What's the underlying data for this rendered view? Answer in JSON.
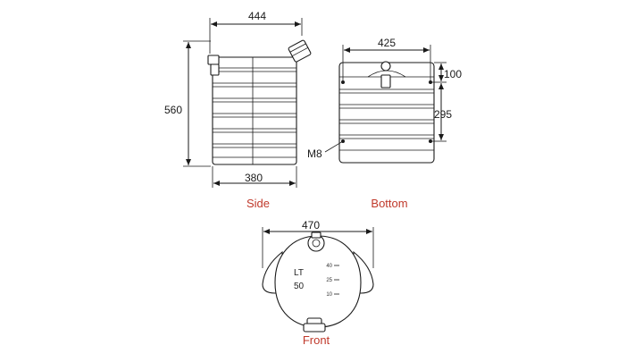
{
  "views": {
    "side": {
      "caption": "Side",
      "dims": {
        "top_width": "444",
        "bottom_width": "380",
        "height": "560"
      }
    },
    "bottom": {
      "caption": "Bottom",
      "dims": {
        "width": "425",
        "upper_offset": "100",
        "lower_offset": "295",
        "thread": "M8"
      }
    },
    "front": {
      "caption": "Front",
      "dims": {
        "width": "470"
      },
      "label_lt": "LT",
      "label_capacity": "50",
      "scale_marks": [
        "40",
        "25",
        "10"
      ]
    }
  },
  "colors": {
    "caption": "#c0392b",
    "lines": "#1a1a1a"
  }
}
